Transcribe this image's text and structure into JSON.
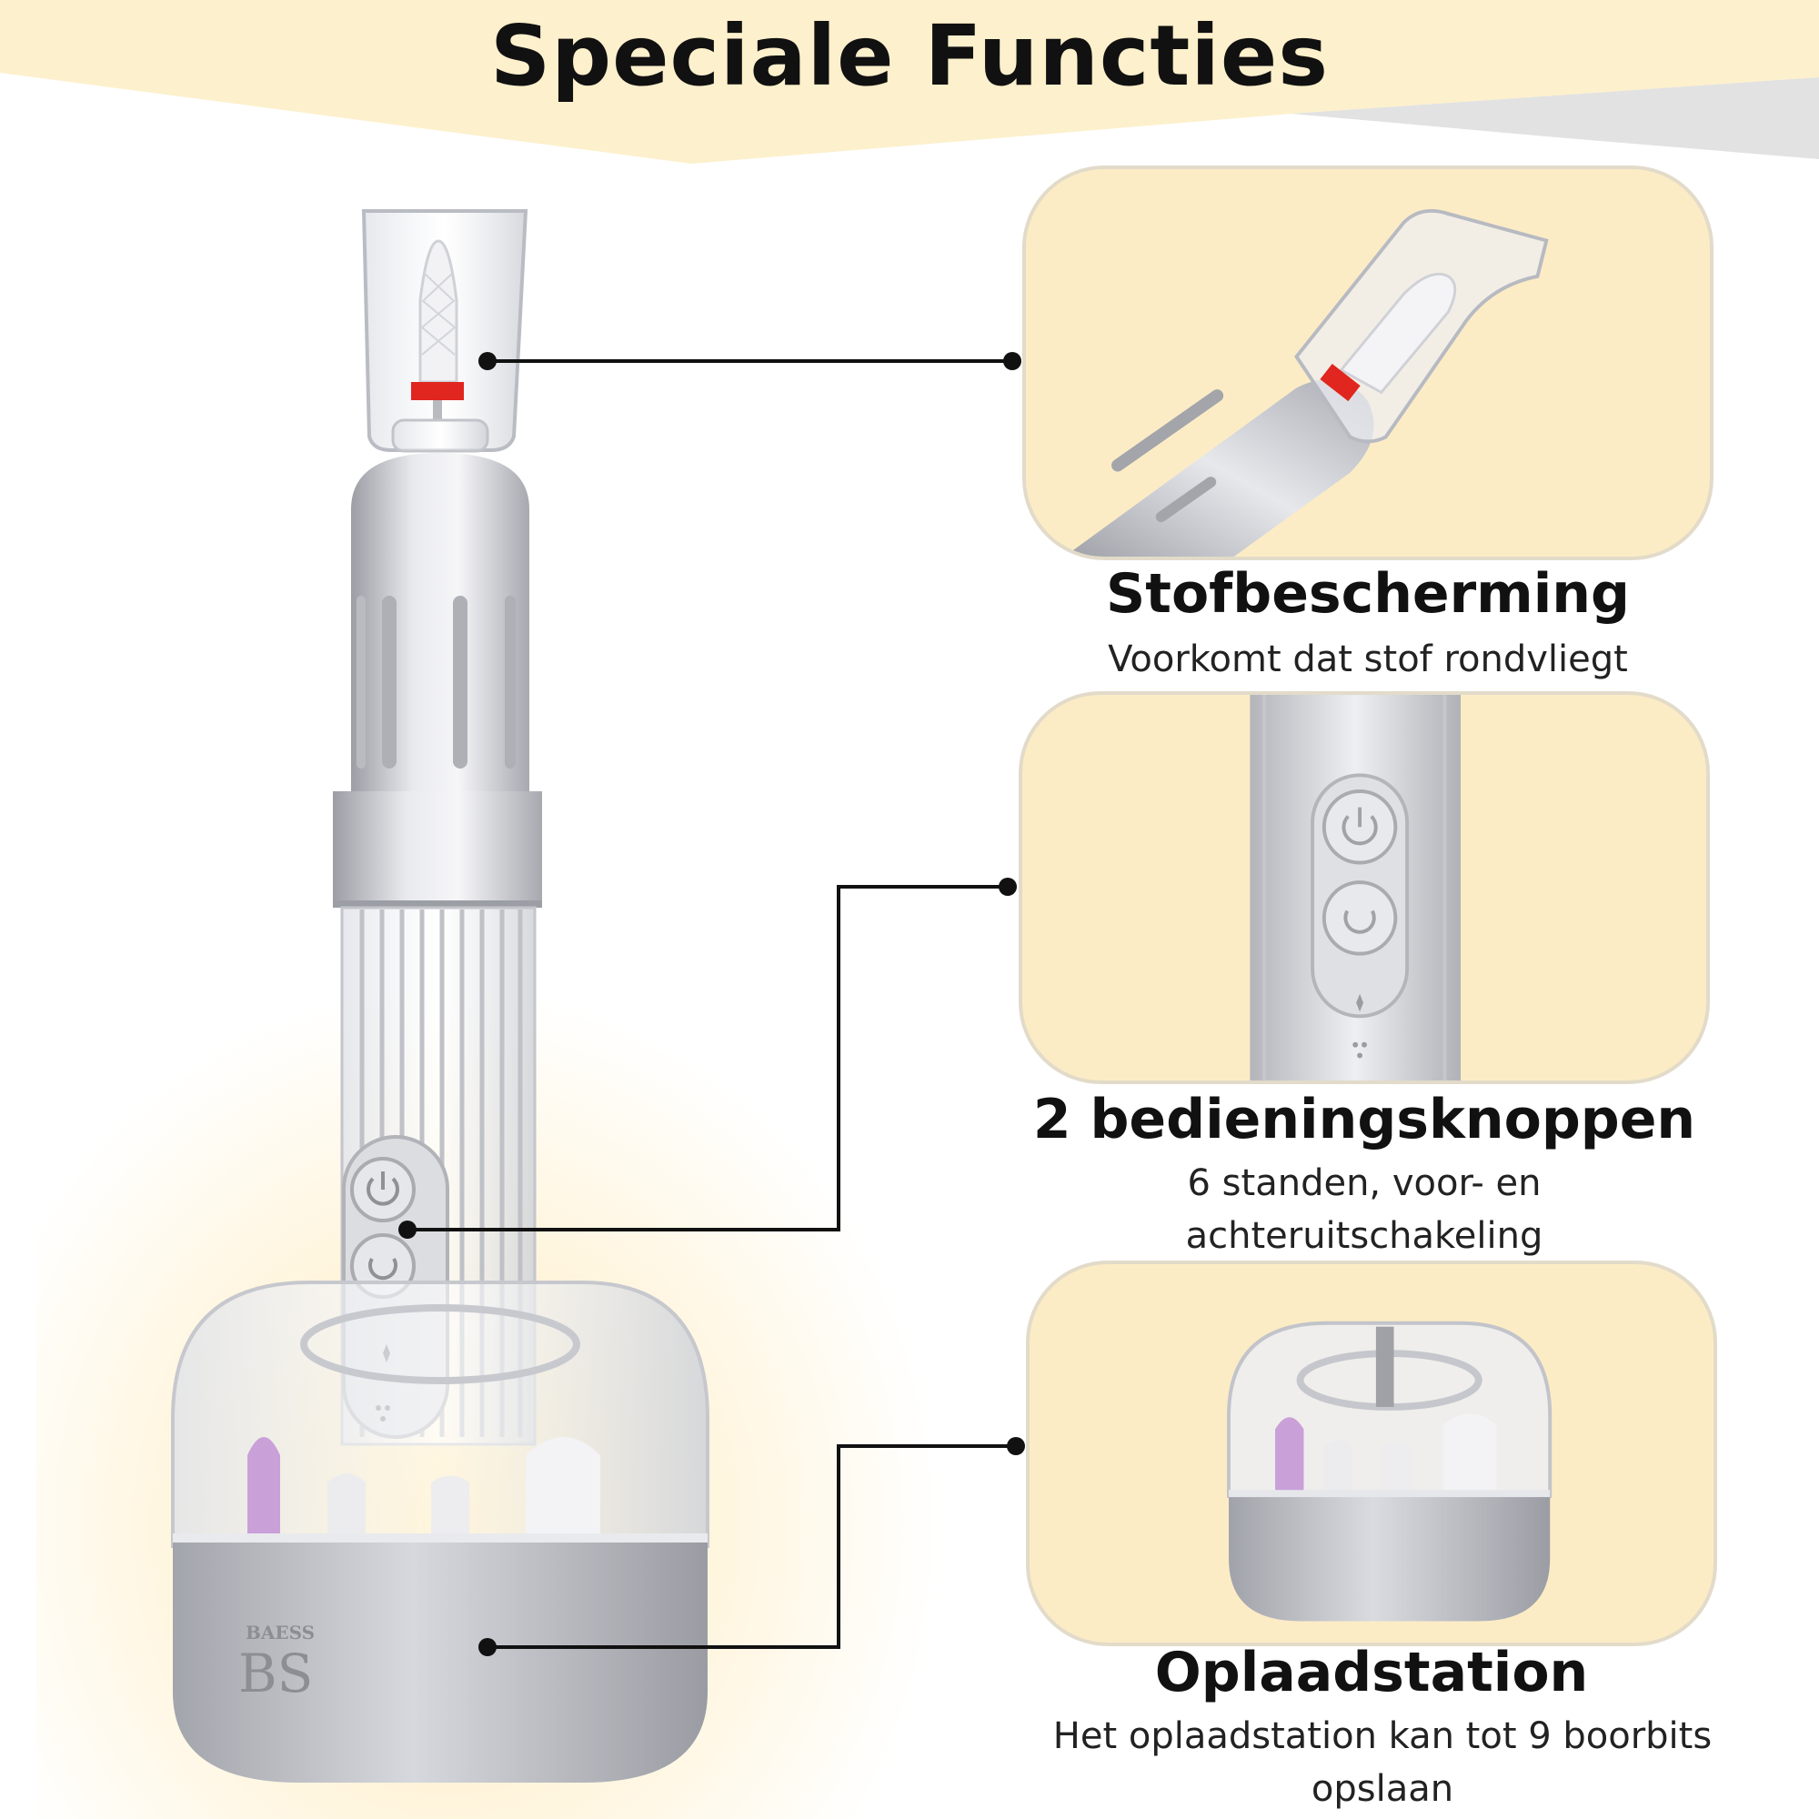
{
  "page": {
    "title": "Speciale Functies",
    "colors": {
      "accent": "#fcecc6",
      "panel_border": "#e2dbc9",
      "text": "#111111",
      "banner": "#fdf0cc"
    }
  },
  "brand": {
    "logo_text": "BAESS",
    "logo_mark": "BS"
  },
  "features": [
    {
      "title": "Stofbescherming",
      "description": "Voorkomt dat stof rondvliegt",
      "icon": "dust-guard-closeup"
    },
    {
      "title": "2 bedieningsknoppen",
      "description_lines": [
        "6 standen, voor- en",
        "achteruitschakeling"
      ],
      "icon": "control-buttons-closeup"
    },
    {
      "title": "Oplaadstation",
      "description_lines": [
        "Het oplaadstation kan tot 9 boorbits",
        "opslaan"
      ],
      "icon": "charging-station-closeup"
    }
  ]
}
